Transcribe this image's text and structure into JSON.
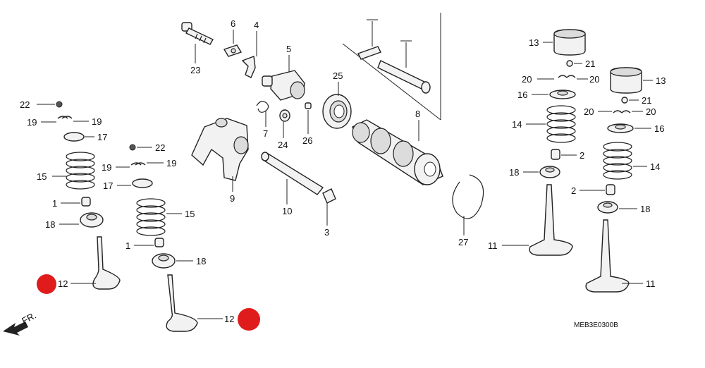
{
  "diagram": {
    "code": "MEB3E0300B",
    "fr_text": "FR.",
    "labels": {
      "l23": "23",
      "l6": "6",
      "l4": "4",
      "l5": "5",
      "l7": "7",
      "l24": "24",
      "l26": "26",
      "l25": "25",
      "l8": "8",
      "l9": "9",
      "l10": "10",
      "l3": "3",
      "l27": "27",
      "l22a": "22",
      "l19a": "19",
      "l19b": "19",
      "l17a": "17",
      "l15a": "15",
      "l1a": "1",
      "l18a": "18",
      "l12a": "12",
      "l22b": "22",
      "l19c": "19",
      "l19d": "19",
      "l17b": "17",
      "l15b": "15",
      "l1b": "1",
      "l18b": "18",
      "l12b": "12",
      "l13a": "13",
      "l21a": "21",
      "l20a": "20",
      "l20b": "20",
      "l16a": "16",
      "l14a": "14",
      "l2a": "2",
      "l18c": "18",
      "l11a": "11",
      "l13b": "13",
      "l21b": "21",
      "l20c": "20",
      "l20d": "20",
      "l16b": "16",
      "l14b": "14",
      "l2b": "2",
      "l18d": "18",
      "l11b": "11"
    },
    "markers": {
      "color": "#e01b1b"
    }
  }
}
